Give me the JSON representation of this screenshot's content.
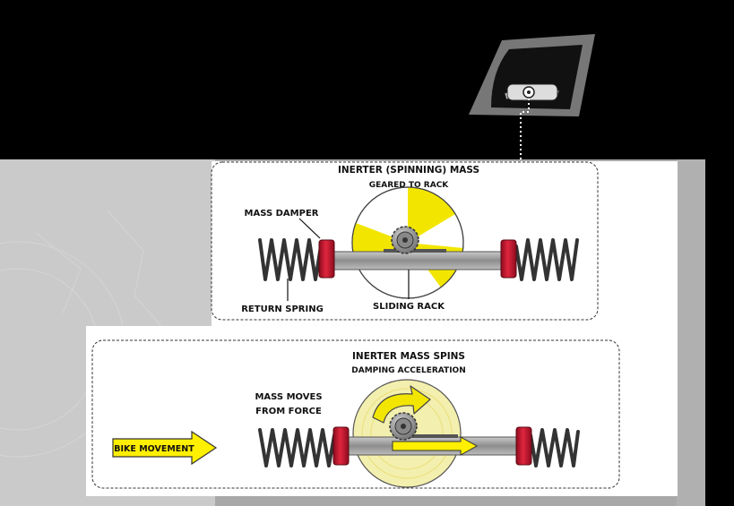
{
  "colors": {
    "background": "#000000",
    "gray_panel": "#a6a6a6",
    "light_gray_panel": "#c4c4c4",
    "panel_white": "#ffffff",
    "inerter_yellow": "#f2e600",
    "inerter_pale": "#f3efae",
    "damper_red": "#c8102e",
    "arrow_yellow": "#ffef00",
    "rack_gray": "#9a9a9a"
  },
  "top_diagram": {
    "title_line1": "INERTER (SPINNING) MASS",
    "title_line2": "GEARED TO RACK",
    "mass_damper": "MASS DAMPER",
    "return_spring": "RETURN SPRING",
    "sliding_rack": "SLIDING RACK"
  },
  "bottom_diagram": {
    "title_line1": "INERTER MASS SPINS",
    "title_line2": "DAMPING ACCELERATION",
    "mass_moves_line1": "MASS MOVES",
    "mass_moves_line2": "FROM FORCE",
    "bike_movement": "BIKE MOVEMENT"
  },
  "icons": [
    "inset-chassis-icon",
    "spring-icon",
    "damper-icon",
    "flywheel-icon",
    "gear-icon",
    "rotation-arrow-icon",
    "direction-arrow-icon"
  ]
}
